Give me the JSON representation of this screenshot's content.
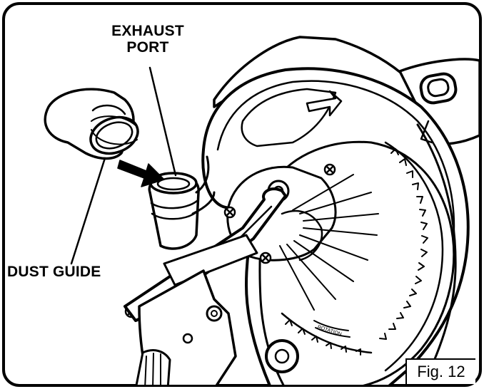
{
  "labels": {
    "exhaust_line1": "EXHAUST",
    "exhaust_line2": "PORT",
    "dust_guide": "DUST GUIDE",
    "rotation": "ROTATION"
  },
  "caption": "Fig. 12"
}
